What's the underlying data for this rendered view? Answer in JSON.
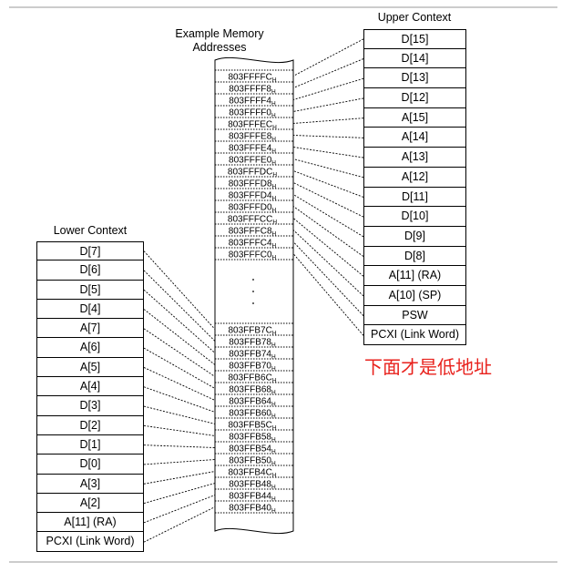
{
  "memory": {
    "title_line1": "Example Memory",
    "title_line2": "Addresses",
    "upper_addresses": [
      {
        "text": "803FFFFC",
        "sub": "H"
      },
      {
        "text": "803FFFF8",
        "sub": "H"
      },
      {
        "text": "803FFFF4",
        "sub": "H"
      },
      {
        "text": "803FFFF0",
        "sub": "H"
      },
      {
        "text": "803FFFEC",
        "sub": "H"
      },
      {
        "text": "803FFFE8",
        "sub": "H"
      },
      {
        "text": "803FFFE4",
        "sub": "H"
      },
      {
        "text": "803FFFE0",
        "sub": "H"
      },
      {
        "text": "803FFFDC",
        "sub": "H"
      },
      {
        "text": "803FFFD8",
        "sub": "H"
      },
      {
        "text": "803FFFD4",
        "sub": "H"
      },
      {
        "text": "803FFFD0",
        "sub": "H"
      },
      {
        "text": "803FFFCC",
        "sub": "H"
      },
      {
        "text": "803FFFC8",
        "sub": "H"
      },
      {
        "text": "803FFFC4",
        "sub": "H"
      },
      {
        "text": "803FFFC0",
        "sub": "H"
      }
    ],
    "lower_addresses": [
      {
        "text": "803FFB7C",
        "sub": "H"
      },
      {
        "text": "803FFB78",
        "sub": "H"
      },
      {
        "text": "803FFB74",
        "sub": "H"
      },
      {
        "text": "803FFB70",
        "sub": "H"
      },
      {
        "text": "803FFB6C",
        "sub": "H"
      },
      {
        "text": "803FFB68",
        "sub": "H"
      },
      {
        "text": "803FFB64",
        "sub": "H"
      },
      {
        "text": "803FFB60",
        "sub": "H"
      },
      {
        "text": "803FFB5C",
        "sub": "H"
      },
      {
        "text": "803FFB58",
        "sub": "H"
      },
      {
        "text": "803FFB54",
        "sub": "H"
      },
      {
        "text": "803FFB50",
        "sub": "H"
      },
      {
        "text": "803FFB4C",
        "sub": "H"
      },
      {
        "text": "803FFB48",
        "sub": "H"
      },
      {
        "text": "803FFB44",
        "sub": "H"
      },
      {
        "text": "803FFB40",
        "sub": "H"
      }
    ]
  },
  "upper_context": {
    "title": "Upper Context",
    "cells": [
      "D[15]",
      "D[14]",
      "D[13]",
      "D[12]",
      "A[15]",
      "A[14]",
      "A[13]",
      "A[12]",
      "D[11]",
      "D[10]",
      "D[9]",
      "D[8]",
      "A[11] (RA)",
      "A[10] (SP)",
      "PSW",
      "PCXI (Link Word)"
    ]
  },
  "lower_context": {
    "title": "Lower Context",
    "cells": [
      "D[7]",
      "D[6]",
      "D[5]",
      "D[4]",
      "A[7]",
      "A[6]",
      "A[5]",
      "A[4]",
      "D[3]",
      "D[2]",
      "D[1]",
      "D[0]",
      "A[3]",
      "A[2]",
      "A[11] (RA)",
      "PCXI (Link Word)"
    ]
  },
  "annotation": {
    "text": "下面才是低地址",
    "color": "#e8211c"
  }
}
